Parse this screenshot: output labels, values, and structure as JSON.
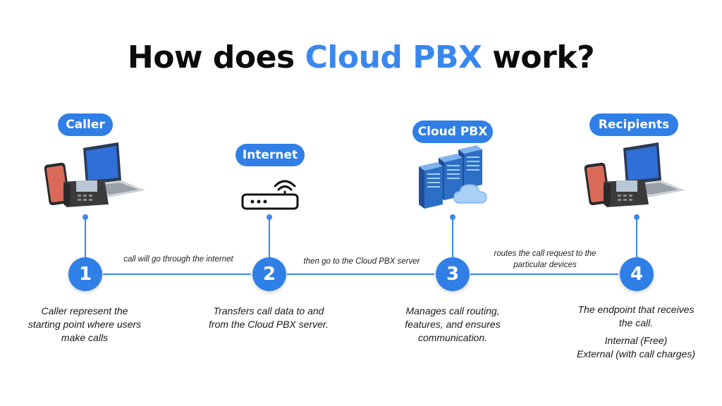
{
  "title": {
    "part1": "How does ",
    "accent": "Cloud PBX",
    "part2": " work?",
    "accent_color": "#3a87ee"
  },
  "stages": [
    {
      "number": "1",
      "label": "Caller",
      "icon": "phone-laptop-devices-icon",
      "description": [
        "Caller represent the",
        "starting point where users",
        "make calls"
      ]
    },
    {
      "number": "2",
      "label": "Internet",
      "icon": "router-wifi-icon",
      "description": [
        "Transfers call data to and",
        "from the Cloud PBX server."
      ]
    },
    {
      "number": "3",
      "label": "Cloud PBX",
      "icon": "server-cloud-icon",
      "description": [
        "Manages call routing,",
        "features, and ensures",
        "communication."
      ]
    },
    {
      "number": "4",
      "label": "Recipients",
      "icon": "phone-laptop-devices-icon",
      "description": [
        "The endpoint that receives",
        "the call.",
        "Internal (Free)",
        "External (with call charges)"
      ]
    }
  ],
  "connectors": [
    [
      "call will go through the internet"
    ],
    [
      "then go to the Cloud PBX server"
    ],
    [
      "routes the call request to the",
      "particular devices"
    ]
  ],
  "colors": {
    "primary": "#2f7fe6",
    "line": "#3a87ee"
  }
}
